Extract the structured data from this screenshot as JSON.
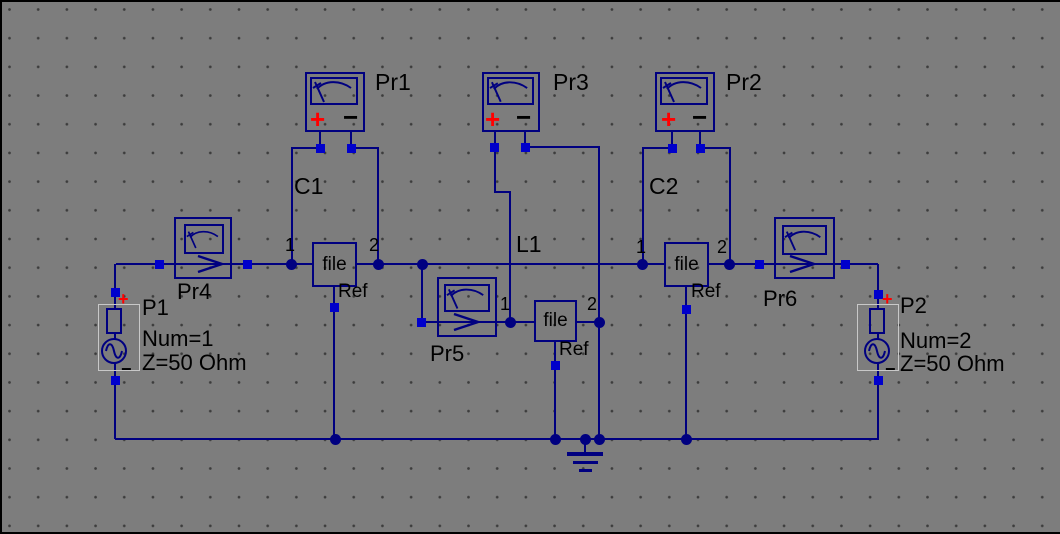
{
  "app": {
    "view": "schematic-canvas"
  },
  "colors": {
    "background": "#7d7d7d",
    "grid_dot": "#3c3c3c",
    "wire": "#000080",
    "terminal": "#0000cc",
    "positive": "#ff0000",
    "label": "#000000",
    "selection": "#c8c8c8"
  },
  "probes": {
    "pr1": {
      "label": "Pr1",
      "plus": "+",
      "minus": "−"
    },
    "pr2": {
      "label": "Pr2",
      "plus": "+",
      "minus": "−"
    },
    "pr3": {
      "label": "Pr3",
      "plus": "+",
      "minus": "−"
    },
    "pr4": {
      "label": "Pr4"
    },
    "pr5": {
      "label": "Pr5"
    },
    "pr6": {
      "label": "Pr6"
    }
  },
  "components": {
    "c1": {
      "name": "C1",
      "box_text": "file",
      "ref_label": "Ref",
      "pin1": "1",
      "pin2": "2"
    },
    "l1": {
      "name": "L1",
      "box_text": "file",
      "ref_label": "Ref",
      "pin1": "1",
      "pin2": "2"
    },
    "c2": {
      "name": "C2",
      "box_text": "file",
      "ref_label": "Ref",
      "pin1": "1",
      "pin2": "2"
    }
  },
  "ports": {
    "p1": {
      "name": "P1",
      "num": "Num=1",
      "impedance": "Z=50 Ohm",
      "plus": "+",
      "minus": "−"
    },
    "p2": {
      "name": "P2",
      "num": "Num=2",
      "impedance": "Z=50 Ohm",
      "plus": "+",
      "minus": "−"
    }
  }
}
